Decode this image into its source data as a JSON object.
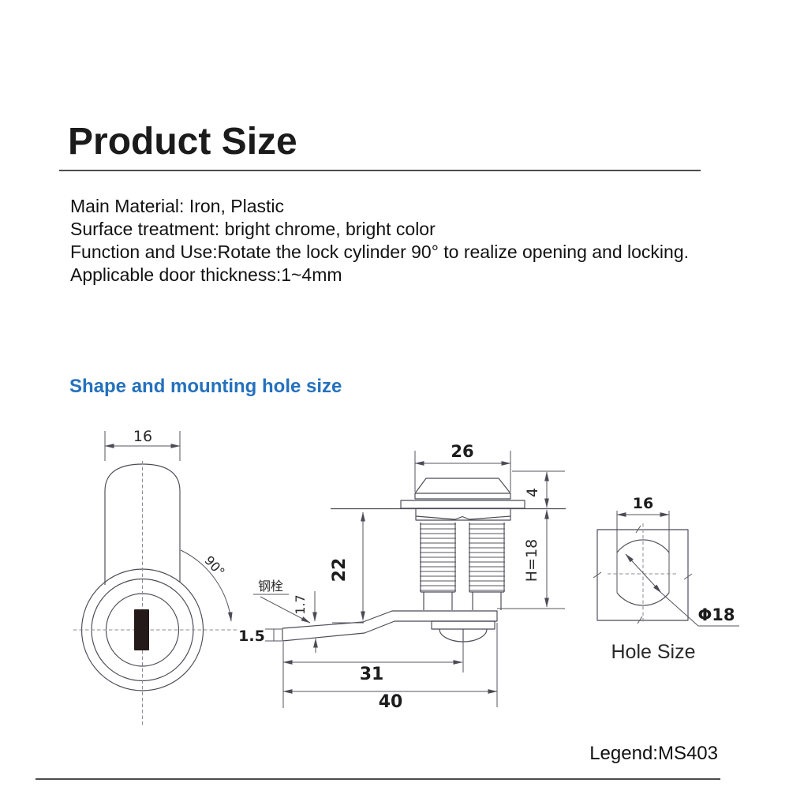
{
  "page": {
    "title": "Product Size",
    "description_lines": [
      "Main Material: Iron, Plastic",
      "Surface treatment: bright chrome, bright color",
      "Function and Use:Rotate the lock cylinder 90° to realize opening and locking.",
      "Applicable door thickness:1~4mm"
    ],
    "section_heading": "Shape and mounting hole size",
    "legend": "Legend:MS403",
    "accent_color": "#2471bd"
  },
  "drawing": {
    "side_view": {
      "width": "16",
      "rotation": "90°"
    },
    "front_view": {
      "head_width": "26",
      "head_height": "4",
      "height": "22",
      "thread_length": "H=18",
      "bolt_label": "钢栓",
      "arm_thickness": "1.7",
      "tip_thickness": "1.5",
      "cam_length": "31",
      "total_length": "40"
    },
    "hole_view": {
      "flat_width": "16",
      "diameter": "Φ18",
      "caption": "Hole Size"
    }
  }
}
